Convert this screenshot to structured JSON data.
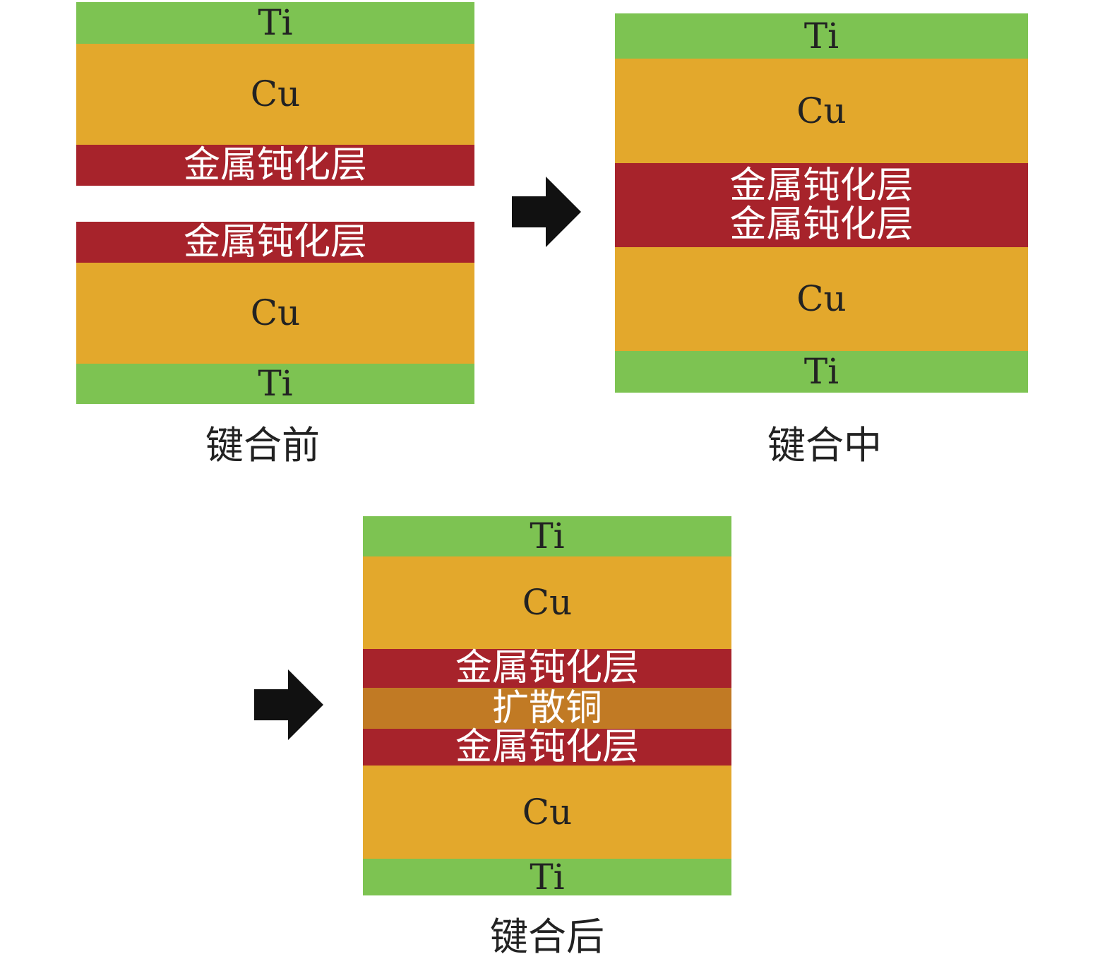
{
  "labels": {
    "ti": "Ti",
    "cu": "Cu",
    "passivation": "金属钝化层",
    "diffused_cu": "扩散铜"
  },
  "captions": {
    "before": "键合前",
    "during": "键合中",
    "after": "键合后"
  },
  "colors": {
    "ti": "#7DC352",
    "cu": "#E3A82C",
    "passivation": "#A7232B",
    "diffused_cu": "#C17A24",
    "arrow": "#111111"
  }
}
